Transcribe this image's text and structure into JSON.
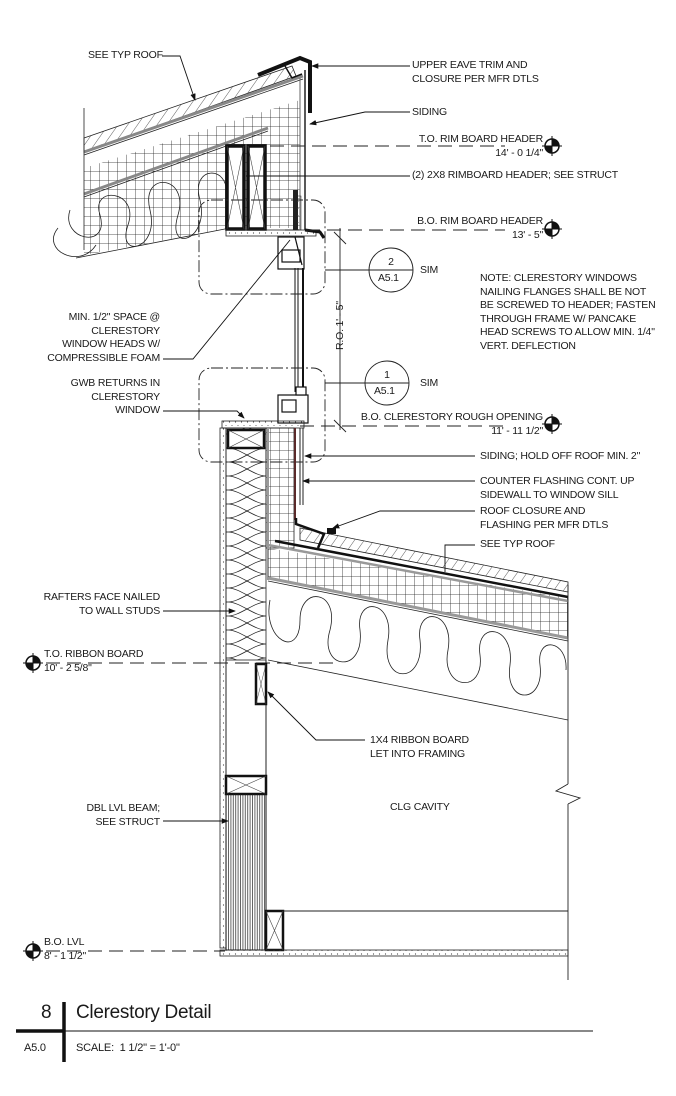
{
  "title_block": {
    "detail_number": "8",
    "title": "Clerestory Detail",
    "sheet": "A5.0",
    "scale": "SCALE:  1 1/2\" = 1'-0\""
  },
  "annotations": {
    "see_typ_roof_upper": "SEE TYP ROOF",
    "upper_eave_trim": "UPPER EAVE TRIM AND\nCLOSURE PER MFR DTLS",
    "siding": "SIDING",
    "rimboard_header": "(2) 2X8 RIMBOARD HEADER; SEE STRUCT",
    "min_space": "MIN. 1/2\" SPACE @\nCLERESTORY\nWINDOW HEADS W/\nCOMPRESSIBLE FOAM",
    "gwb_returns": "GWB RETURNS IN\nCLERESTORY\nWINDOW",
    "note": "NOTE: CLERESTORY WINDOWS\nNAILING FLANGES SHALL BE NOT\nBE SCREWED TO HEADER; FASTEN\nTHROUGH FRAME W/ PANCAKE\nHEAD SCREWS TO ALLOW MIN. 1/4\"\nVERT. DEFLECTION",
    "siding_hold_off": "SIDING; HOLD OFF ROOF MIN. 2\"",
    "counter_flashing": "COUNTER FLASHING CONT. UP\nSIDEWALL TO WINDOW SILL",
    "roof_closure": "ROOF CLOSURE AND\nFLASHING PER MFR DTLS",
    "see_typ_roof_lower": "SEE TYP ROOF",
    "rafters_face_nailed": "RAFTERS FACE NAILED\nTO WALL STUDS",
    "ribbon_board": "1X4 RIBBON BOARD\nLET INTO FRAMING",
    "dbl_lvl_beam": "DBL LVL BEAM;\nSEE STRUCT",
    "clg_cavity": "CLG CAVITY",
    "sim_upper": "SIM",
    "sim_lower": "SIM"
  },
  "section_tags": [
    {
      "number": "2",
      "sheet": "A5.1"
    },
    {
      "number": "1",
      "sheet": "A5.1"
    }
  ],
  "levels": [
    {
      "name": "T.O. RIM BOARD HEADER",
      "elevation": "14' - 0 1/4\""
    },
    {
      "name": "B.O. RIM BOARD HEADER",
      "elevation": "13' - 5\""
    },
    {
      "name": "B.O. CLERESTORY ROUGH OPENING",
      "elevation": "11' - 11 1/2\""
    },
    {
      "name": "T.O. RIBBON BOARD",
      "elevation": "10' - 2 5/8\""
    },
    {
      "name": "B.O. LVL",
      "elevation": "8' - 1 1/2\""
    }
  ],
  "dimensions": {
    "rough_opening": "R.O. 1' - 5\""
  }
}
